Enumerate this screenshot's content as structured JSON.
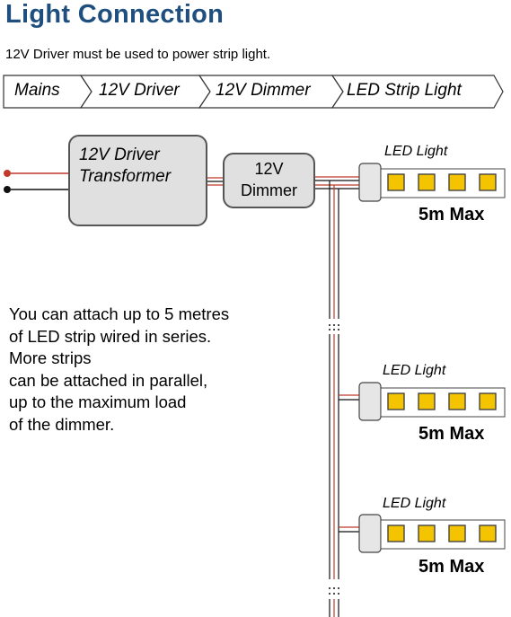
{
  "title": "Light Connection",
  "subtitle": "12V Driver must be used to power strip light.",
  "flow": [
    "Mains",
    "12V Driver",
    "12V Dimmer",
    "LED Strip Light"
  ],
  "driver": {
    "line1": "12V Driver",
    "line2": "Transformer"
  },
  "dimmer": {
    "line1": "12V",
    "line2": "Dimmer"
  },
  "strips": [
    {
      "label": "LED Light",
      "max": "5m Max"
    },
    {
      "label": "LED Light",
      "max": "5m Max"
    },
    {
      "label": "LED Light",
      "max": "5m Max"
    }
  ],
  "description": [
    "You can attach up to 5 metres",
    "of LED strip wired in series.",
    "More strips",
    "can be attached in parallel,",
    "up to the maximum load",
    "of the dimmer."
  ],
  "colors": {
    "title": "#1f4f7f",
    "wire_red": "#c0392b",
    "wire_black": "#111111",
    "led": "#f5c400",
    "box": "#e0e0e0"
  }
}
